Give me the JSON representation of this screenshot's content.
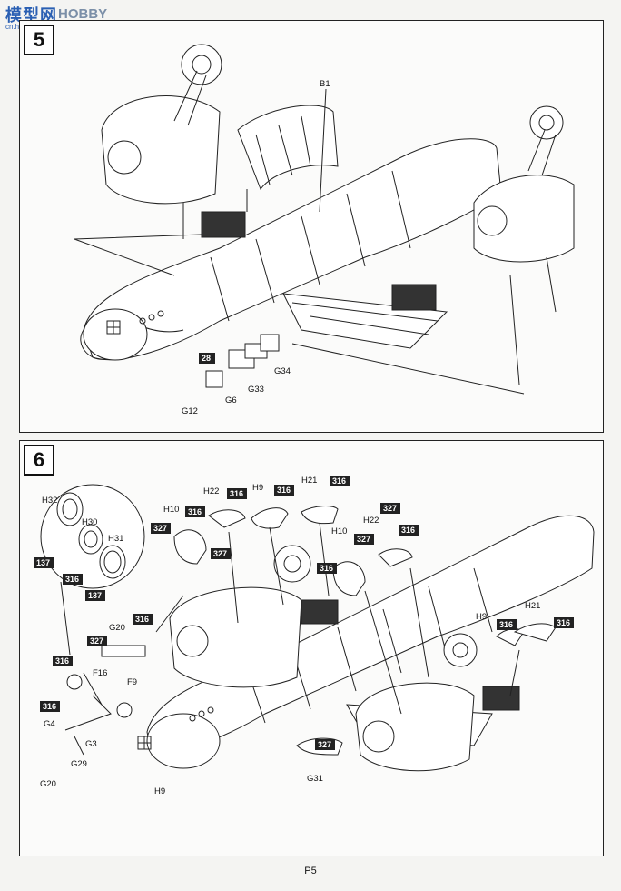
{
  "watermark": {
    "logo": "模型网",
    "text": "HOBBY SEARCH",
    "url": "cn.hobbysearch.com"
  },
  "page_label": "P5",
  "steps": [
    {
      "number": "5",
      "labels": {
        "B1": "B1",
        "28": "28",
        "G12": "G12",
        "G6": "G6",
        "G33": "G33",
        "G34": "G34"
      }
    },
    {
      "number": "6",
      "labels": {
        "H32": "H32",
        "H30": "H30",
        "H31": "H31",
        "H10a": "H10",
        "H22a": "H22",
        "H9a": "H9",
        "H21a": "H21",
        "H10b": "H10",
        "H22b": "H22",
        "H9b": "H9",
        "H21b": "H21",
        "G20a": "G20",
        "F16": "F16",
        "F9": "F9",
        "G4": "G4",
        "G3": "G3",
        "G29": "G29",
        "G20b": "G20",
        "H9c": "H9",
        "G31": "G31"
      },
      "badges": {
        "b137a": "137",
        "b316a": "316",
        "b137b": "137",
        "b327a": "327",
        "b316b": "316",
        "b327b": "327",
        "b316c": "316",
        "b316d": "316",
        "b316e": "316",
        "b316f": "316",
        "b327c": "327",
        "b316g": "316",
        "b316h": "316",
        "b327d": "327",
        "b316i": "316",
        "b316j": "316",
        "b316k": "316",
        "b327e": "327",
        "b316l": "316",
        "b327f": "327"
      }
    }
  ]
}
